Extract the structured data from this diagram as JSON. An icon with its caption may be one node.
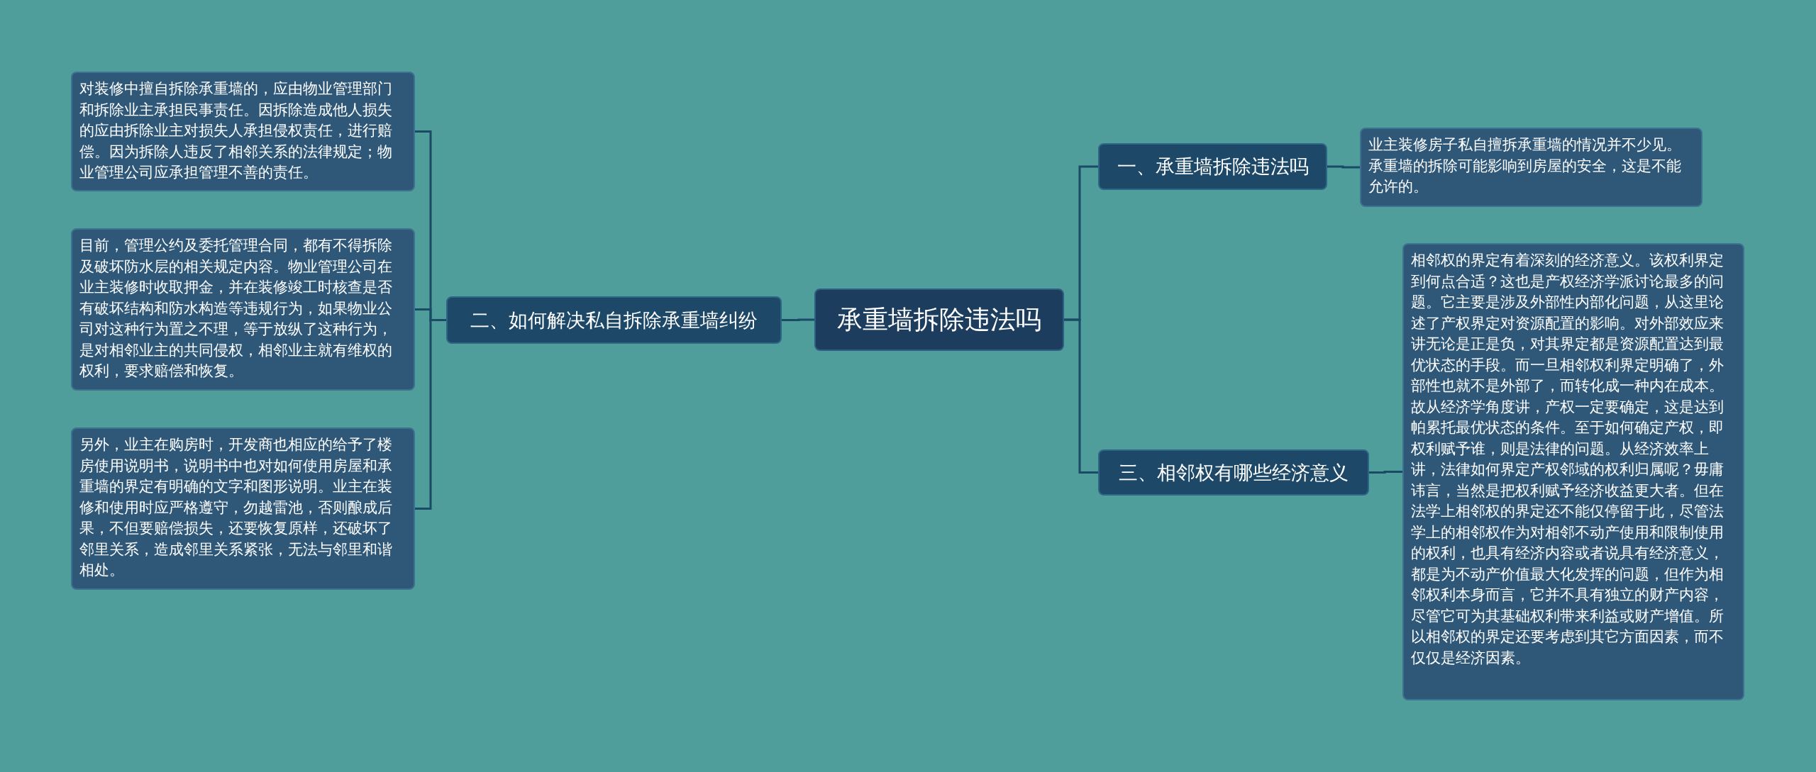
{
  "diagram": {
    "nodes": [
      {
        "text": [
          "承重墙拆除违法吗"
        ]
      },
      {
        "text": [
          "二、如何解决私自拆除承重墙纠纷"
        ]
      },
      {
        "text": [
          "对装修中擅自拆除承重墙的，应由物业管理部门和拆除业主承担民事责任。因拆除造成他人损失的应由拆除业主对损失人承担侵权责任，进行赔偿。因为拆除人违反了相邻关系的法律规定；物业管理公司应承担管理不善的责任。"
        ]
      },
      {
        "text": [
          "目前，管理公约及委托管理合同，都有不得拆除及破坏防水层的相关规定内容。物业管理公司在业主装修时收取押金，并在装修竣工时核查是否有破坏结构和防水构造等违规行为，如果物业公司对这种行为置之不理，等于放纵了这种行为，是对相邻业主的共同侵权，相邻业主就有维权的权利，要求赔偿和恢复。"
        ]
      },
      {
        "text": [
          "另外，业主在购房时，开发商也相应的给予了楼房使用说明书，说明书中也对如何使用房屋和承重墙的界定有明确的文字和图形说明。业主在装修和使用时应严格遵守，勿越雷池，否则酿成后果，不但要赔偿损失，还要恢复原样，还破坏了邻里关系，造成邻里关系紧张，无法与邻里和谐相处。"
        ]
      },
      {
        "text": [
          "一、承重墙拆除违法吗"
        ]
      },
      {
        "text": [
          "业主装修房子私自擅拆承重墙的情况并不少见。承重墙的拆除可能影响到房屋的安全，这是不能允许的。"
        ]
      },
      {
        "text": [
          "三、相邻权有哪些经济意义"
        ]
      },
      {
        "text": [
          "相邻权的界定有着深刻的经济意义。该权利界定到何点合适？这也是产权经济学派讨论最多的问题。它主要是涉及外部性内部化问题，从这里论述了产权界定对资源配置的影响。对外部效应来讲无论是正是负，对其界定都是资源配置达到最优状态的手段。而一旦相邻权利界定明确了，外部性也就不是外部了，而转化成一种内在成本。故从经济学角度讲，产权一定要确定，这是达到帕累托最优状态的条件。至于如何确定产权，即权利赋予谁，则是法律的问题。从经济效率上讲，法律如何界定产权邻域的权利归属呢？毋庸讳言，当然是把权利赋予经济收益更大者。但在法学上相邻权的界定还不能仅停留于此，尽管法学上的相邻权作为对相邻不动产使用和限制使用的权利，也具有经济内容或者说具有经济意义，都是为不动产价值最大化发挥的问题，但作为相邻权利本身而言，它并不具有独立的财产内容，尽管它可为其基础权利带来利益或财产增值。所以相邻权的界定还要考虑到其它方面因素，而不仅仅是经济因素。"
        ]
      }
    ],
    "edges": [
      {
        "from": 0,
        "to": 1,
        "arrow": "none"
      },
      {
        "from": 1,
        "to": 2,
        "arrow": "none"
      },
      {
        "from": 1,
        "to": 3,
        "arrow": "none"
      },
      {
        "from": 1,
        "to": 4,
        "arrow": "none"
      },
      {
        "from": 0,
        "to": 5,
        "arrow": "none"
      },
      {
        "from": 5,
        "to": 6,
        "arrow": "none"
      },
      {
        "from": 0,
        "to": 7,
        "arrow": "none"
      },
      {
        "from": 7,
        "to": 8,
        "arrow": "none"
      }
    ]
  }
}
